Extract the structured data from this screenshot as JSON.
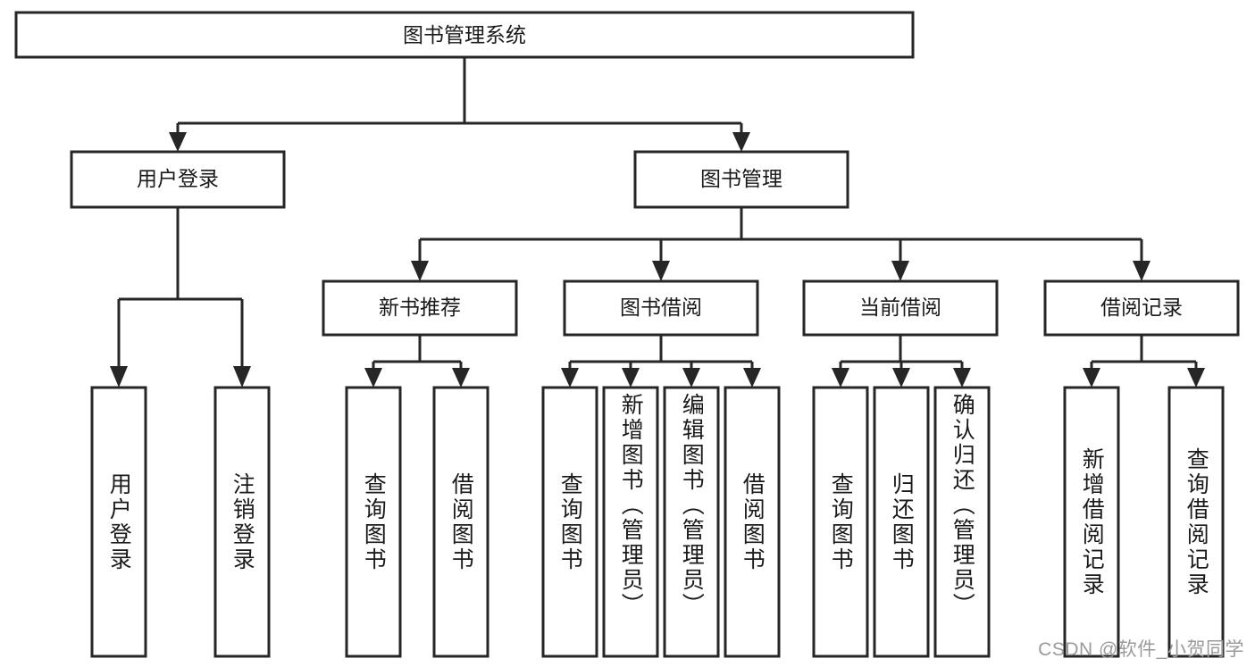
{
  "diagram": {
    "type": "hierarchy-tree",
    "title_node": {
      "label": "图书管理系统"
    },
    "level1": [
      {
        "id": "user-login",
        "label": "用户登录"
      },
      {
        "id": "book-management",
        "label": "图书管理"
      }
    ],
    "level2": [
      {
        "id": "new-book-recommend",
        "label": "新书推荐",
        "parent": "book-management"
      },
      {
        "id": "book-borrow",
        "label": "图书借阅",
        "parent": "book-management"
      },
      {
        "id": "current-borrow",
        "label": "当前借阅",
        "parent": "book-management"
      },
      {
        "id": "borrow-record",
        "label": "借阅记录",
        "parent": "book-management"
      }
    ],
    "leaves": [
      {
        "id": "leaf-user-login",
        "label": "用户登录",
        "parent": "user-login"
      },
      {
        "id": "leaf-logout",
        "label": "注销登录",
        "parent": "user-login"
      },
      {
        "id": "leaf-query-book-1",
        "label": "查询图书",
        "parent": "new-book-recommend"
      },
      {
        "id": "leaf-borrow-book-1",
        "label": "借阅图书",
        "parent": "new-book-recommend"
      },
      {
        "id": "leaf-query-book-2",
        "label": "查询图书",
        "parent": "book-borrow"
      },
      {
        "id": "leaf-add-book",
        "label": "新增图书（管理员）",
        "parent": "book-borrow"
      },
      {
        "id": "leaf-edit-book",
        "label": "编辑图书（管理员）",
        "parent": "book-borrow"
      },
      {
        "id": "leaf-borrow-book-2",
        "label": "借阅图书",
        "parent": "book-borrow"
      },
      {
        "id": "leaf-query-book-3",
        "label": "查询图书",
        "parent": "current-borrow"
      },
      {
        "id": "leaf-return-book",
        "label": "归还图书",
        "parent": "current-borrow"
      },
      {
        "id": "leaf-confirm-return",
        "label": "确认归还（管理员）",
        "parent": "current-borrow"
      },
      {
        "id": "leaf-add-record",
        "label": "新增借阅记录",
        "parent": "borrow-record"
      },
      {
        "id": "leaf-query-record",
        "label": "查询借阅记录",
        "parent": "borrow-record"
      }
    ]
  },
  "watermark": {
    "text": "CSDN @软件_小贺同学"
  },
  "colors": {
    "stroke": "#262626",
    "box_fill": "#ffffff",
    "text": "#1a1a1a",
    "watermark": "#9a9a9a",
    "background": "#ffffff"
  }
}
